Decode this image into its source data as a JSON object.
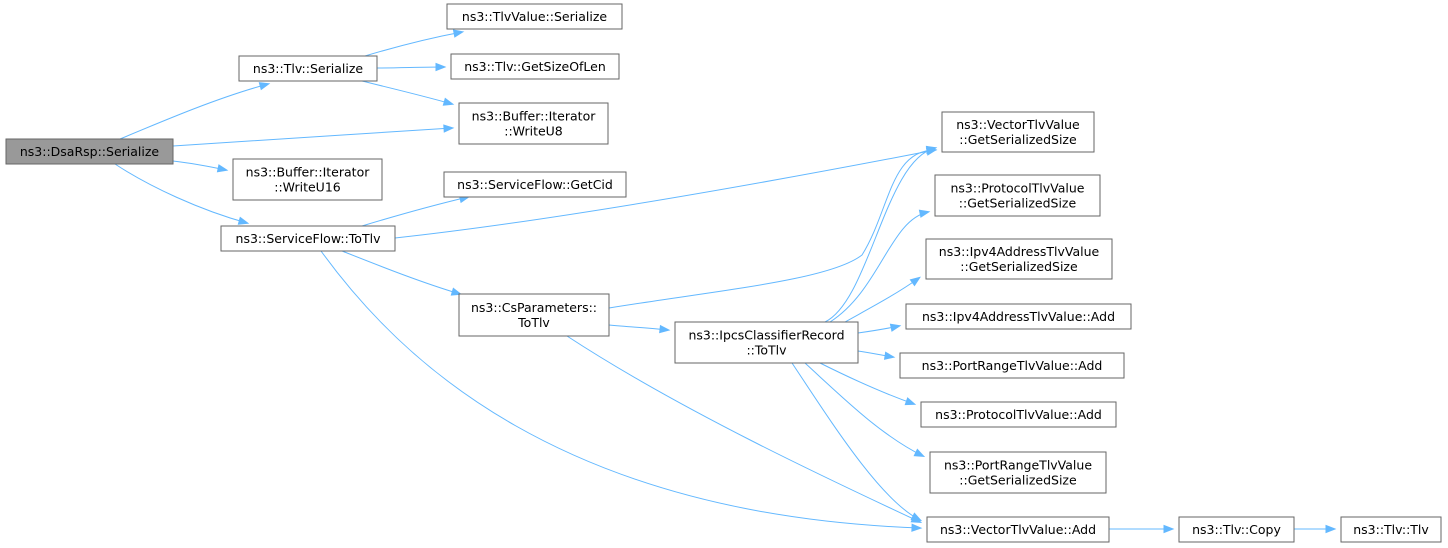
{
  "graph": {
    "edge_color": "#63b8ff",
    "root_fill": "#999999",
    "nodes": {
      "dsarsp_serialize": [
        "ns3::DsaRsp::Serialize"
      ],
      "tlv_serialize": [
        "ns3::Tlv::Serialize"
      ],
      "tlvvalue_serialize": [
        "ns3::TlvValue::Serialize"
      ],
      "tlv_getsizeoflen": [
        "ns3::Tlv::GetSizeOfLen"
      ],
      "buffer_writeu8": [
        "ns3::Buffer::Iterator",
        "::WriteU8"
      ],
      "buffer_writeu16": [
        "ns3::Buffer::Iterator",
        "::WriteU16"
      ],
      "serviceflow_getcid": [
        "ns3::ServiceFlow::GetCid"
      ],
      "serviceflow_totlv": [
        "ns3::ServiceFlow::ToTlv"
      ],
      "csparameters_totlv": [
        "ns3::CsParameters::",
        "ToTlv"
      ],
      "ipcs_totlv": [
        "ns3::IpcsClassifierRecord",
        "::ToTlv"
      ],
      "vectortlv_getsize": [
        "ns3::VectorTlvValue",
        "::GetSerializedSize"
      ],
      "protocoltlv_getsize": [
        "ns3::ProtocolTlvValue",
        "::GetSerializedSize"
      ],
      "ipv4tlv_getsize": [
        "ns3::Ipv4AddressTlvValue",
        "::GetSerializedSize"
      ],
      "ipv4tlv_add": [
        "ns3::Ipv4AddressTlvValue::Add"
      ],
      "portrange_add": [
        "ns3::PortRangeTlvValue::Add"
      ],
      "protocoltlv_add": [
        "ns3::ProtocolTlvValue::Add"
      ],
      "portrange_getsize": [
        "ns3::PortRangeTlvValue",
        "::GetSerializedSize"
      ],
      "vectortlv_add": [
        "ns3::VectorTlvValue::Add"
      ],
      "tlv_copy": [
        "ns3::Tlv::Copy"
      ],
      "tlv_tlv": [
        "ns3::Tlv::Tlv"
      ]
    },
    "edges": [
      [
        "dsarsp_serialize",
        "tlv_serialize"
      ],
      [
        "dsarsp_serialize",
        "buffer_writeu8"
      ],
      [
        "dsarsp_serialize",
        "buffer_writeu16"
      ],
      [
        "dsarsp_serialize",
        "serviceflow_totlv"
      ],
      [
        "tlv_serialize",
        "tlvvalue_serialize"
      ],
      [
        "tlv_serialize",
        "tlv_getsizeoflen"
      ],
      [
        "tlv_serialize",
        "buffer_writeu8"
      ],
      [
        "serviceflow_totlv",
        "serviceflow_getcid"
      ],
      [
        "serviceflow_totlv",
        "vectortlv_getsize"
      ],
      [
        "serviceflow_totlv",
        "csparameters_totlv"
      ],
      [
        "serviceflow_totlv",
        "vectortlv_add"
      ],
      [
        "csparameters_totlv",
        "vectortlv_getsize"
      ],
      [
        "csparameters_totlv",
        "ipcs_totlv"
      ],
      [
        "csparameters_totlv",
        "vectortlv_add"
      ],
      [
        "ipcs_totlv",
        "vectortlv_getsize"
      ],
      [
        "ipcs_totlv",
        "protocoltlv_getsize"
      ],
      [
        "ipcs_totlv",
        "ipv4tlv_getsize"
      ],
      [
        "ipcs_totlv",
        "ipv4tlv_add"
      ],
      [
        "ipcs_totlv",
        "portrange_add"
      ],
      [
        "ipcs_totlv",
        "protocoltlv_add"
      ],
      [
        "ipcs_totlv",
        "portrange_getsize"
      ],
      [
        "ipcs_totlv",
        "vectortlv_add"
      ],
      [
        "vectortlv_add",
        "tlv_copy"
      ],
      [
        "tlv_copy",
        "tlv_tlv"
      ]
    ]
  }
}
